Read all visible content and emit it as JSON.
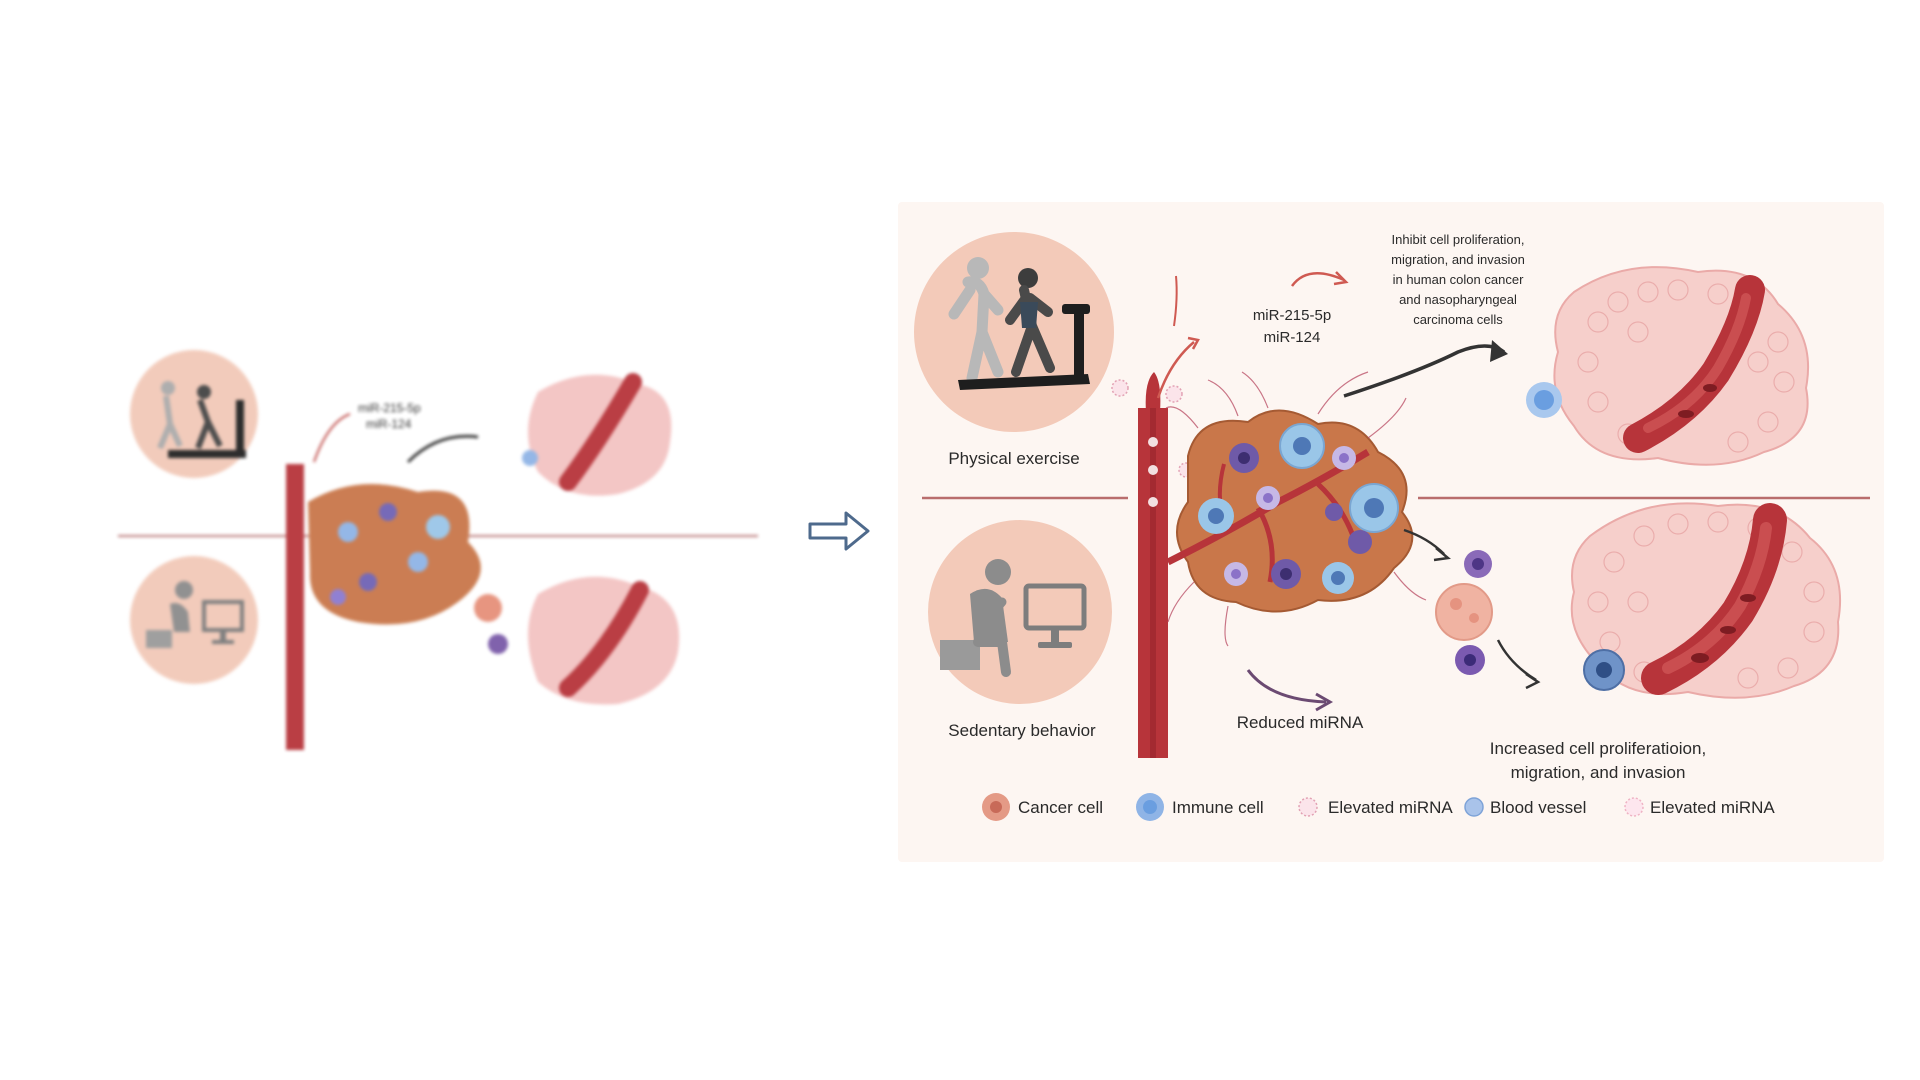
{
  "left_figure": {
    "label_mirna_1": "miR-215-5p",
    "label_mirna_2": "miR-124"
  },
  "right_figure": {
    "exercise_label": "Physical exercise",
    "sedentary_label": "Sedentary behavior",
    "mirna_label_1": "miR-215-5p",
    "mirna_label_2": "miR-124",
    "inhibit_text": [
      "Inhibit cell proliferation,",
      "migration, and invasion",
      "in human colon cancer",
      "and nasopharyngeal",
      "carcinoma cells"
    ],
    "reduced_label": "Reduced miRNA",
    "increased_text": [
      "Increased cell proliferatioion,",
      "migration, and invasion"
    ],
    "legend": [
      {
        "label": "Cancer cell",
        "color": "#e49a86"
      },
      {
        "label": "Immune cell",
        "color": "#8fb4e6"
      },
      {
        "label": "Elevated miRNA",
        "color": "#f3c9d6"
      },
      {
        "label": "Blood vessel",
        "color": "#a9c3ea"
      },
      {
        "label": "Elevated miRNA",
        "color": "#f5cbd8"
      }
    ]
  },
  "colors": {
    "vessel": "#b7343a",
    "tumor": "#c9774a",
    "tissue": "#f3c3c2",
    "circle_bg": "#f3cab9"
  }
}
